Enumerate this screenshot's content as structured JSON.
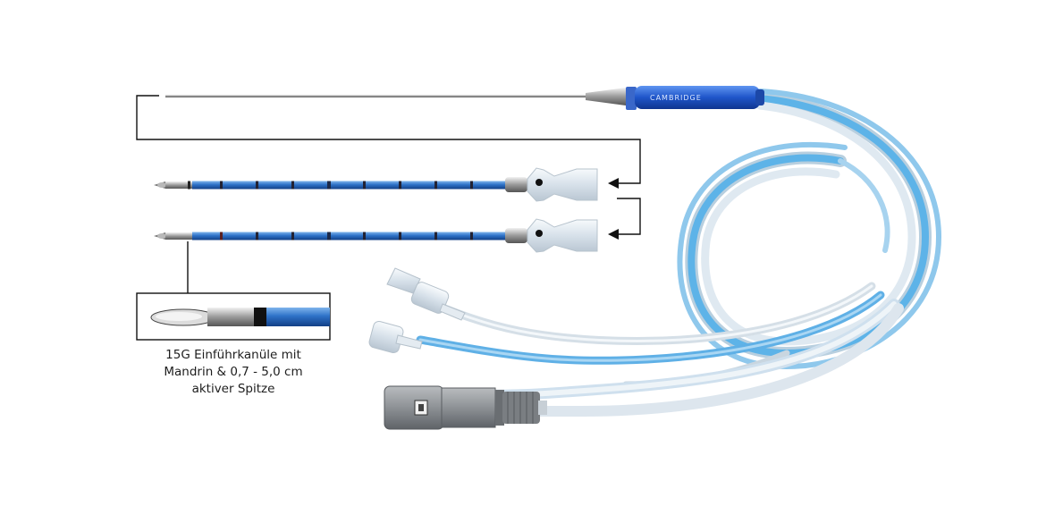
{
  "product": {
    "brand_label": "CAMBRIDGE",
    "caption_lines": [
      "15G Einführkanüle mit",
      "Mandrin & 0,7 - 5,0 cm",
      "aktiver Spitze"
    ]
  },
  "colors": {
    "background": "#ffffff",
    "needle_blue": "#2a6fc4",
    "tube_blue": "#4aa6e0",
    "tube_clear": "#dfe8ee",
    "connector_grey": "#8e9296",
    "bracket_line": "#111111"
  },
  "icons": {
    "arrow": "arrowhead-left",
    "connector": "lemo-plug"
  }
}
